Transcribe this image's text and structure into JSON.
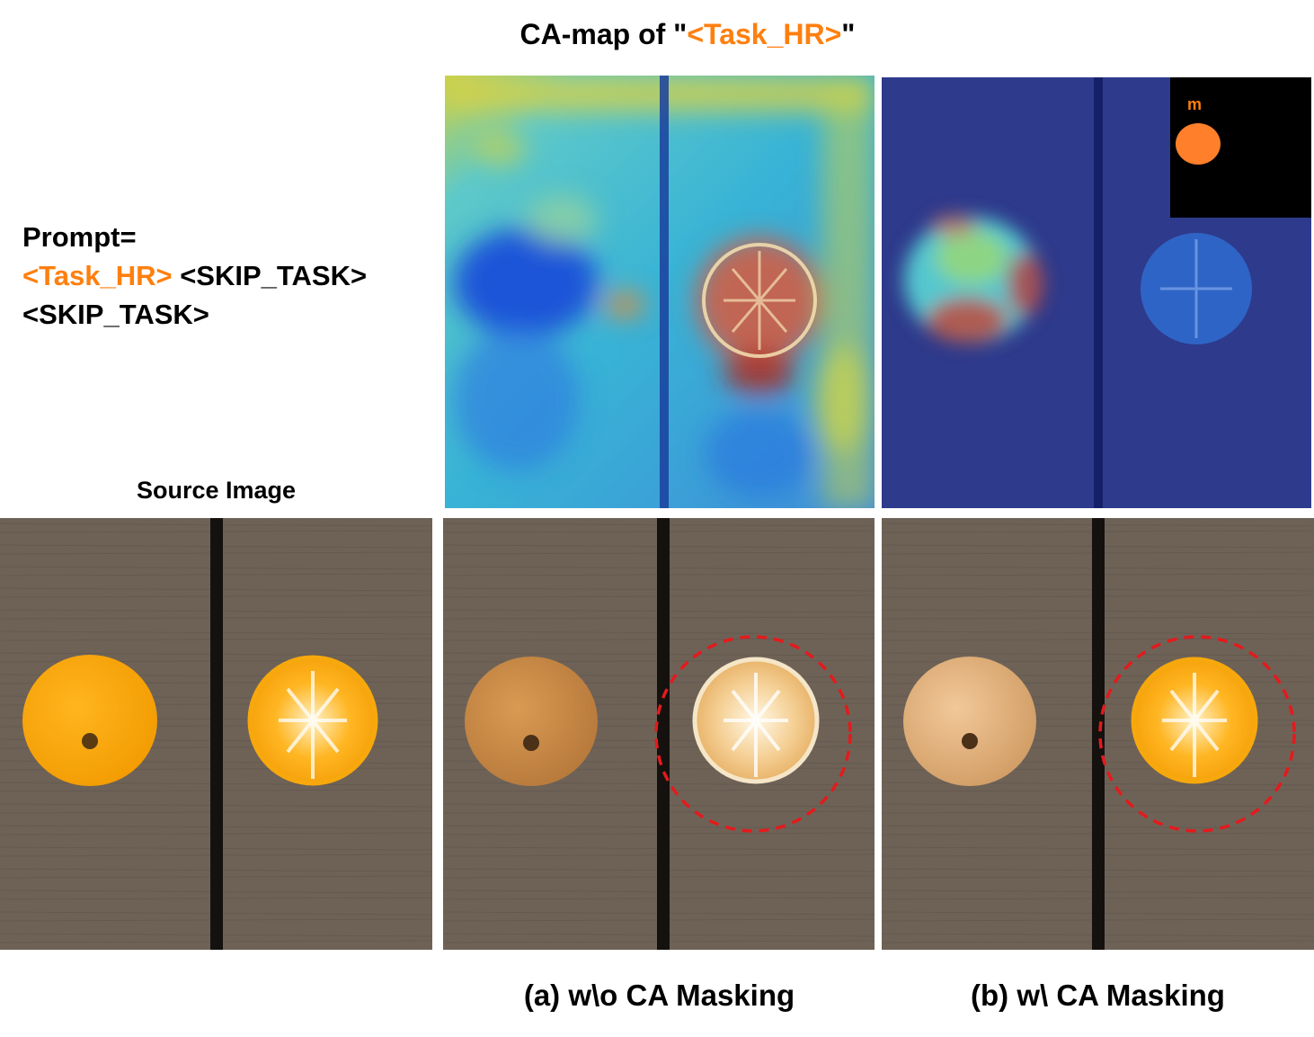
{
  "camap_title": {
    "prefix": "CA-map of \"",
    "token": "<Task_HR>",
    "suffix": "\""
  },
  "prompt": {
    "label": "Prompt=",
    "token_hr": "<Task_HR>",
    "skip1": " <SKIP_TASK>",
    "skip2": "<SKIP_TASK>"
  },
  "source_title": "Source Image",
  "inset_mask_label": "m",
  "captions": {
    "a": "(a) w\\o CA Masking",
    "b": "(b) w\\ CA Masking"
  },
  "colors": {
    "token": "#ff7f0e",
    "highlight_circle": "#e41a1c"
  }
}
